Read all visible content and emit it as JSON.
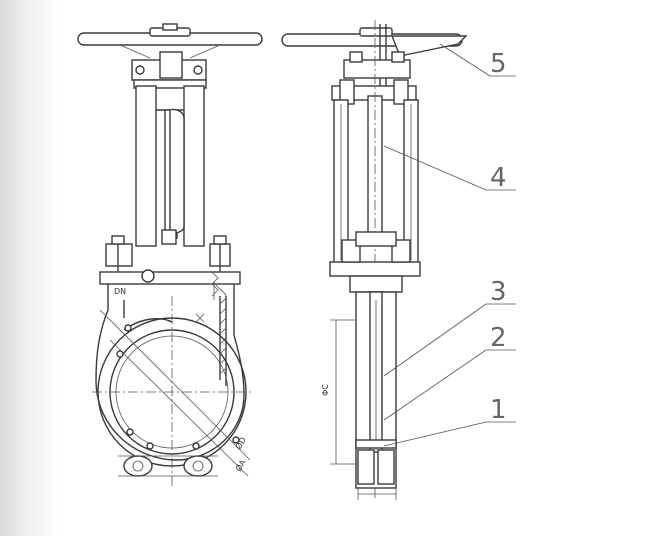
{
  "callouts": [
    {
      "id": "1",
      "label": "1"
    },
    {
      "id": "2",
      "label": "2"
    },
    {
      "id": "3",
      "label": "3"
    },
    {
      "id": "4",
      "label": "4"
    },
    {
      "id": "5",
      "label": "5"
    }
  ],
  "dimensions": {
    "dn_mark": "DN",
    "bolt_circle_1": "ØD",
    "bolt_circle_2": "ØA"
  }
}
